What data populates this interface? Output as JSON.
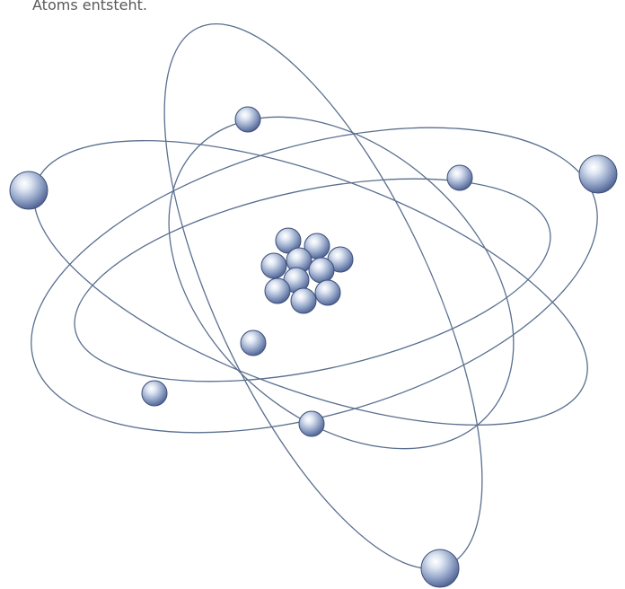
{
  "caption": "Atoms entsteht.",
  "colors": {
    "orbit": "#5a6f8f",
    "sphere_light": "#ffffff",
    "sphere_mid": "#a9b7d4",
    "sphere_dark": "#4f6394",
    "sphere_edge": "#3d4f78"
  },
  "icons": [
    "atom-nucleus",
    "electron-sphere",
    "orbit-ellipse"
  ]
}
